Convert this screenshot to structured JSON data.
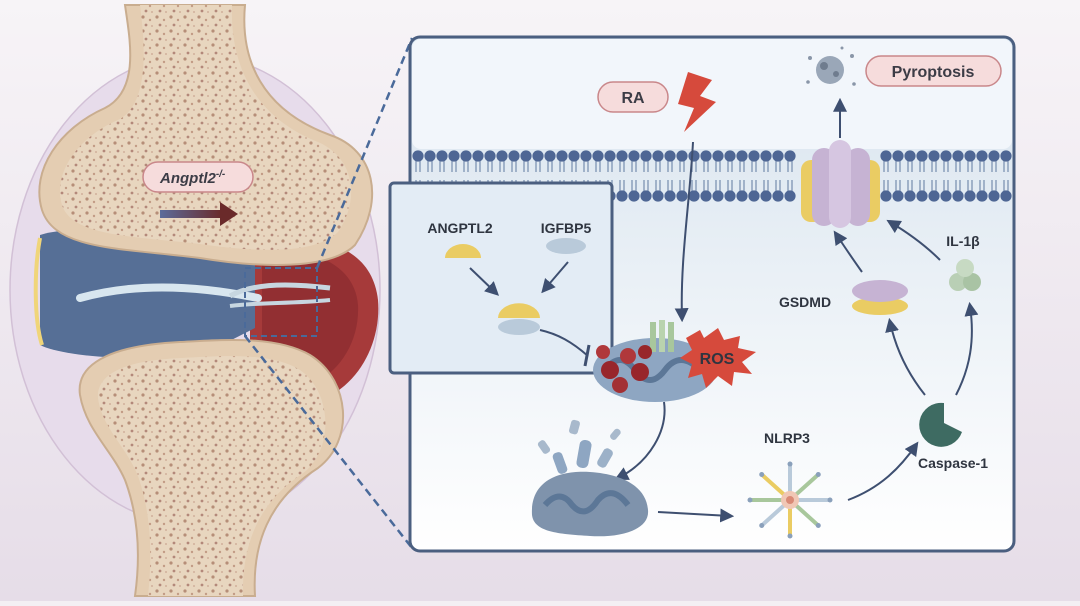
{
  "joint": {
    "gene_label": "Angptl2",
    "gene_superscript": "-/-"
  },
  "cell": {
    "stimulus_label": "RA",
    "outcome_label": "Pyroptosis",
    "ros_label": "ROS",
    "nlrp3_label": "NLRP3",
    "caspase_label": "Caspase-1",
    "gsdmd_label": "GSDMD",
    "il_label": "IL-1β"
  },
  "inset": {
    "protein_a_label": "ANGPTL2",
    "protein_b_label": "IGFBP5"
  },
  "colors": {
    "bone_cortex": "#e4cdb2",
    "bone_marrow": "#e9d9c4",
    "synovium_inflamed": "#a63a3a",
    "cartilage_blue": "#566f96",
    "membrane_head": "#4e6694",
    "panel_border": "#4b5f80",
    "angptl2_yellow": "#eacc63",
    "igfbp5_blue": "#b9cada",
    "mito_red": "#98262b",
    "ros_red": "#d64a3c",
    "caspase_green": "#3e6b62",
    "gsdmd_purple": "#c6b3d3",
    "il_green": "#b9cfb5",
    "pill_fill": "#f6dcdc",
    "pill_stroke": "#c9878a"
  }
}
